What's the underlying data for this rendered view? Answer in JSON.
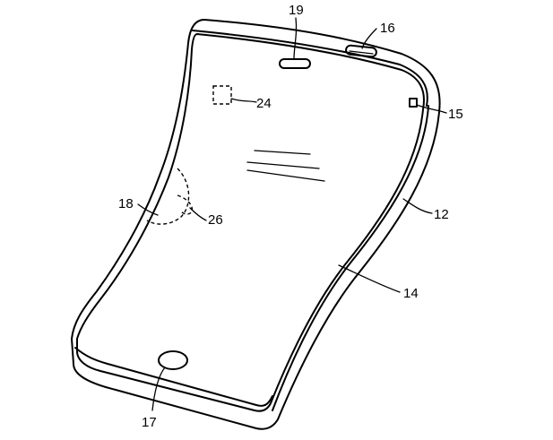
{
  "figure": {
    "labels": {
      "housing": "12",
      "display": "14",
      "sensor": "15",
      "speaker": "16",
      "button": "17",
      "bend": "18",
      "camera": "19",
      "region": "24",
      "touch": "26"
    }
  }
}
